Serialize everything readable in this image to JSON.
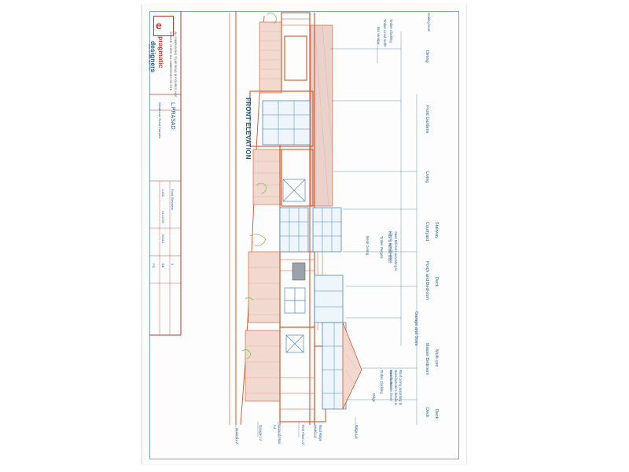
{
  "title_block": {
    "company": "pragmatic",
    "company_second": "designers",
    "phone": "aka: 04 302 968 736",
    "notice": "ALL DIMENSIONS TO BE READ IN FIGURES, NOT SCALED. CHECK ALL DIMENSIONS ON SITE.",
    "client": "L.PRASAD",
    "address": "Westbourn Road Camden",
    "drawing_title": "Front Elevation",
    "scale": "1:100",
    "date": "21.12.08",
    "job_no": "20010",
    "drawn_by": "BB",
    "sheet": "5",
    "checked": "PG"
  },
  "elevation_title": "FRONT ELEVATION",
  "rooms": [
    "Dining",
    "Front Gardens",
    "Living",
    "Stairway",
    "Courtyard",
    "Deck",
    "Porch and Bedroom",
    "Garage and Store",
    "Multi-use",
    "Master Bedroom",
    "Deck",
    "Deck"
  ],
  "top_marker": "Ceiling level",
  "notes": [
    "Timber Cladding",
    "Timber Lined Soffit",
    "Box window",
    "Steel Mill-form according to Client's Specifications",
    "Face to Render finish",
    "Timber Pergola",
    "Metal Ceiling",
    "Roof Lining according to Manufacturer's details & specification",
    "Face to Render finish",
    "Timber Cladding",
    "Ridge"
  ],
  "levels": [
    "Ridge Lvl",
    "Roof Ridge Level Lvl",
    "First Floor Lvl",
    "Ground Floor Lvl",
    "Garage Lvl",
    "Ground Lvl"
  ],
  "colors": {
    "brand_red": "#c0392b",
    "frame_red": "#d35428",
    "glazing_blue": "#4a86c5",
    "text_blue": "#2b5f8a"
  }
}
